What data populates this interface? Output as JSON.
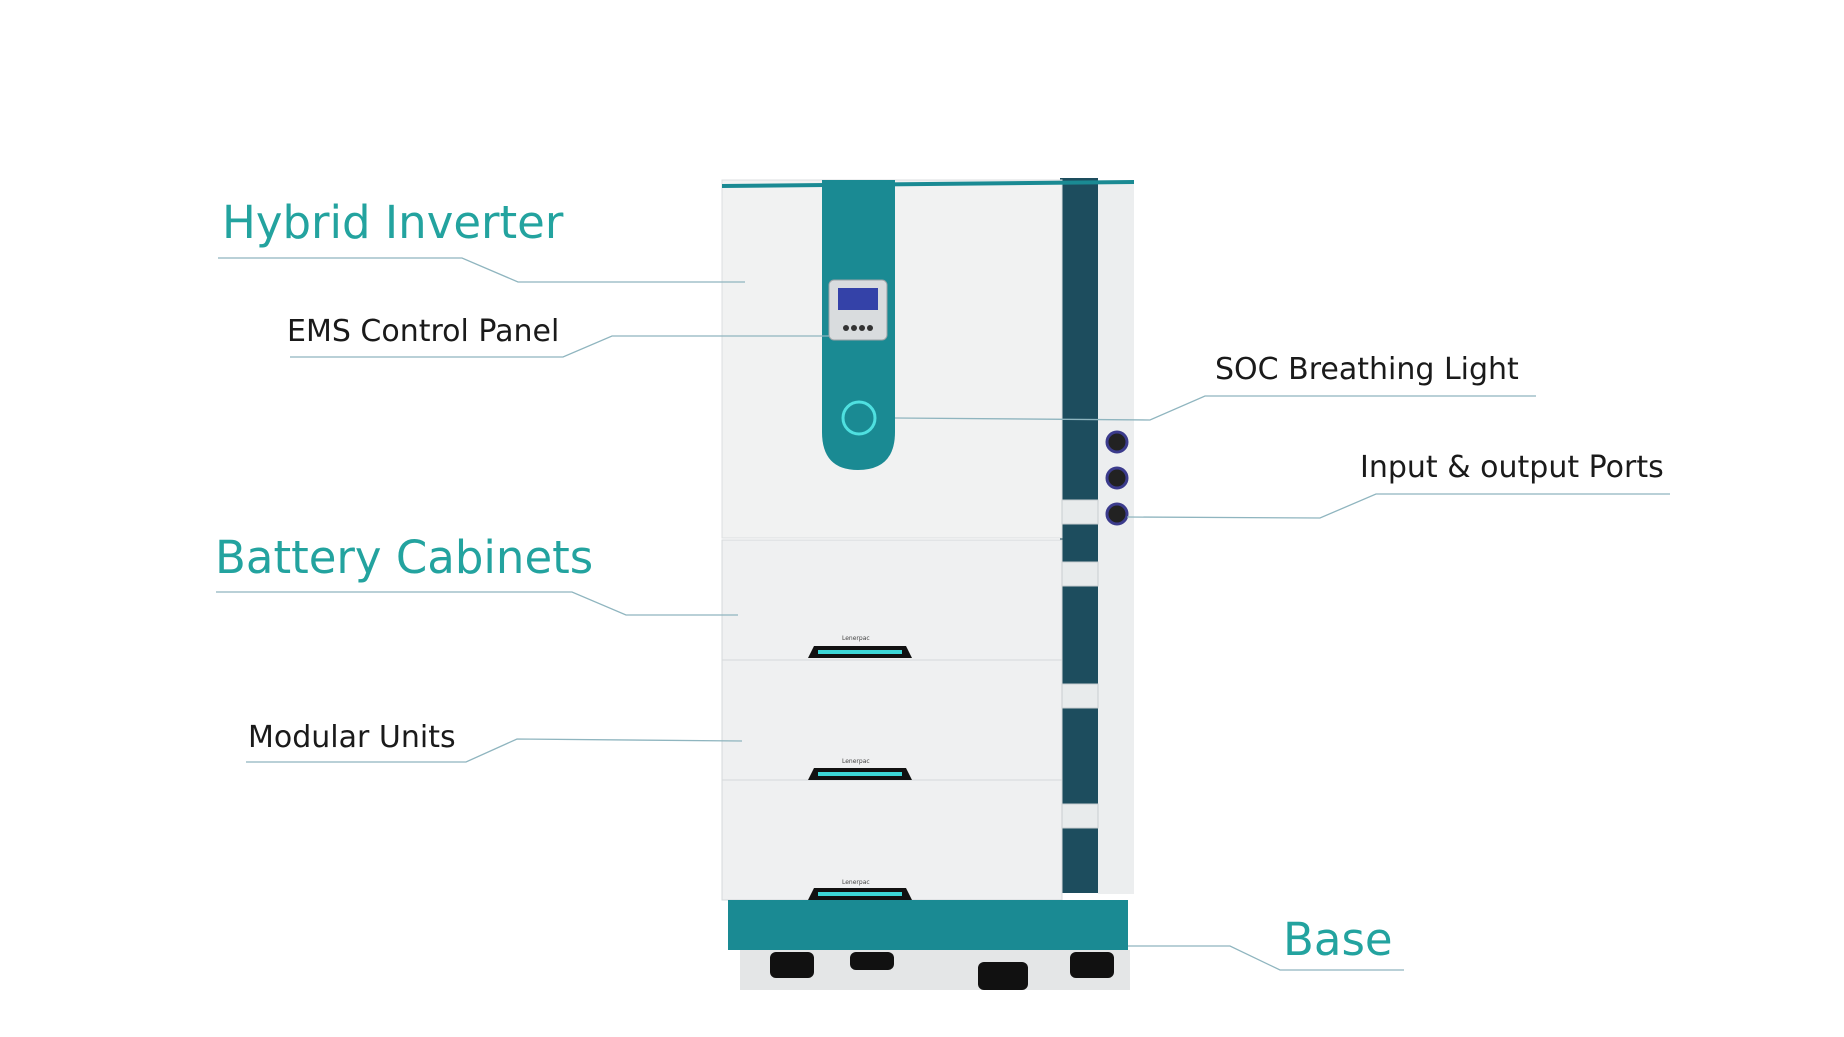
{
  "labels": {
    "hybrid_inverter": "Hybrid Inverter",
    "ems_control_panel": "EMS Control Panel",
    "soc_breathing_light": "SOC Breathing Light",
    "io_ports": "Input & output Ports",
    "battery_cabinets": "Battery Cabinets",
    "modular_units": "Modular Units",
    "base": "Base"
  },
  "brand_mark": "Lenerpac",
  "colors": {
    "accent_label": "#23a39f",
    "teal": "#1a8a93",
    "dark_teal": "#1d4d5e",
    "cabinet": "#f1f2f2",
    "leader_line": "#8fb5bf"
  }
}
